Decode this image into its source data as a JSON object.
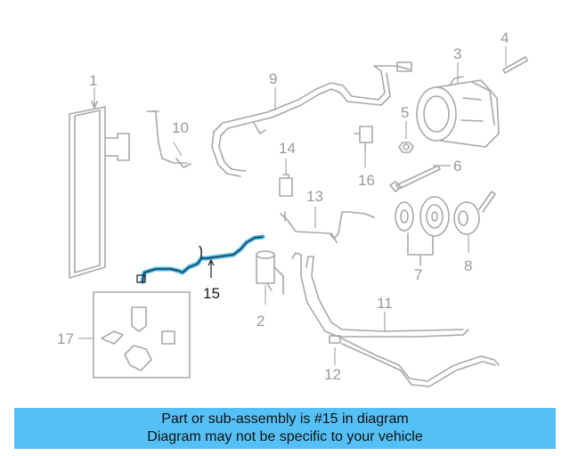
{
  "callouts": [
    {
      "id": "1",
      "label": "1"
    },
    {
      "id": "2",
      "label": "2"
    },
    {
      "id": "3",
      "label": "3"
    },
    {
      "id": "4",
      "label": "4"
    },
    {
      "id": "5",
      "label": "5"
    },
    {
      "id": "6",
      "label": "6"
    },
    {
      "id": "7",
      "label": "7"
    },
    {
      "id": "8",
      "label": "8"
    },
    {
      "id": "9",
      "label": "9"
    },
    {
      "id": "10",
      "label": "10"
    },
    {
      "id": "11",
      "label": "11"
    },
    {
      "id": "12",
      "label": "12"
    },
    {
      "id": "13",
      "label": "13"
    },
    {
      "id": "14",
      "label": "14"
    },
    {
      "id": "15",
      "label": "15"
    },
    {
      "id": "16",
      "label": "16"
    },
    {
      "id": "17",
      "label": "17"
    }
  ],
  "highlight": {
    "part": "15",
    "color": "#47b8ee"
  },
  "banner": {
    "line1": "Part or sub-assembly is #15 in diagram",
    "line2": "Diagram may not be specific to your vehicle",
    "color": "#55c0f5"
  }
}
